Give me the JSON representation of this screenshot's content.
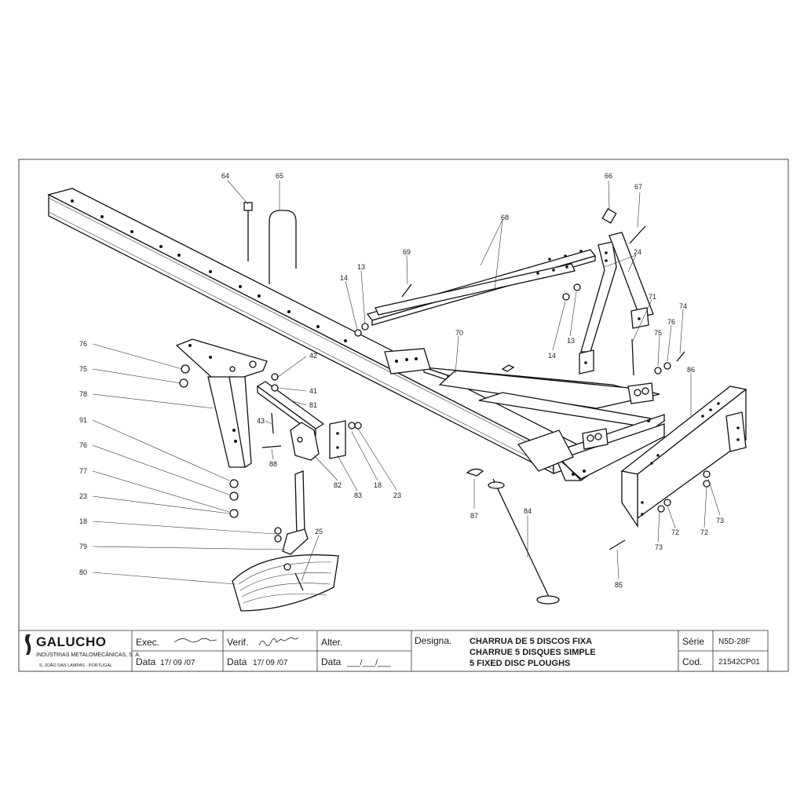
{
  "callouts": [
    {
      "id": "c64",
      "label": "64"
    },
    {
      "id": "c65",
      "label": "65"
    },
    {
      "id": "c66",
      "label": "66"
    },
    {
      "id": "c67",
      "label": "67"
    },
    {
      "id": "c68",
      "label": "68"
    },
    {
      "id": "c69",
      "label": "69"
    },
    {
      "id": "c13a",
      "label": "13"
    },
    {
      "id": "c14a",
      "label": "14"
    },
    {
      "id": "c24",
      "label": "24"
    },
    {
      "id": "c71",
      "label": "71"
    },
    {
      "id": "c74",
      "label": "74"
    },
    {
      "id": "c75a",
      "label": "75"
    },
    {
      "id": "c76a",
      "label": "76"
    },
    {
      "id": "c14b",
      "label": "14"
    },
    {
      "id": "c13b",
      "label": "13"
    },
    {
      "id": "c70",
      "label": "70"
    },
    {
      "id": "c86",
      "label": "86"
    },
    {
      "id": "c76b",
      "label": "76"
    },
    {
      "id": "c75b",
      "label": "75"
    },
    {
      "id": "c78",
      "label": "78"
    },
    {
      "id": "c91",
      "label": "91"
    },
    {
      "id": "c76c",
      "label": "76"
    },
    {
      "id": "c77",
      "label": "77"
    },
    {
      "id": "c23a",
      "label": "23"
    },
    {
      "id": "c18a",
      "label": "18"
    },
    {
      "id": "c79",
      "label": "79"
    },
    {
      "id": "c80",
      "label": "80"
    },
    {
      "id": "c42",
      "label": "42"
    },
    {
      "id": "c41",
      "label": "41"
    },
    {
      "id": "c81",
      "label": "81"
    },
    {
      "id": "c43",
      "label": "43"
    },
    {
      "id": "c88",
      "label": "88"
    },
    {
      "id": "c82",
      "label": "82"
    },
    {
      "id": "c83",
      "label": "83"
    },
    {
      "id": "c18b",
      "label": "18"
    },
    {
      "id": "c23b",
      "label": "23"
    },
    {
      "id": "c25",
      "label": "25"
    },
    {
      "id": "c87",
      "label": "87"
    },
    {
      "id": "c84",
      "label": "84"
    },
    {
      "id": "c85",
      "label": "85"
    },
    {
      "id": "c72a",
      "label": "72"
    },
    {
      "id": "c72b",
      "label": "72"
    },
    {
      "id": "c73a",
      "label": "73"
    },
    {
      "id": "c73b",
      "label": "73"
    }
  ],
  "title_block": {
    "company": "GALUCHO",
    "company_full": "INDÚSTRIAS METALOMECÂNICAS, S. A.",
    "company_address": "S. JOÃO DAS LAMPAS  -  PORTUGAL",
    "exec_label": "Exec.",
    "verif_label": "Verif.",
    "alter_label": "Alter.",
    "data_label": "Data",
    "exec_date": "17/ 09 /07",
    "verif_date": "17/ 09 /07",
    "alter_date": "___/___/___",
    "designa_label": "Designa.",
    "designation_pt": "CHARRUA DE 5 DISCOS FIXA",
    "designation_fr": "CHARRUE 5 DISQUES SIMPLE",
    "designation_en": "5 FIXED DISC PLOUGHS",
    "serie_label": "Série",
    "serie_value": "N5D-28F",
    "cod_label": "Cod.",
    "cod_value": "21542CP01"
  }
}
